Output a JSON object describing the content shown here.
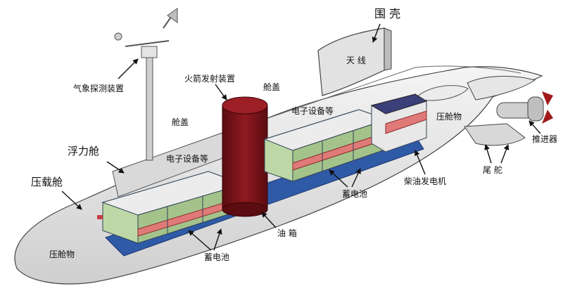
{
  "diagram": {
    "labels": {
      "shell": "围 壳",
      "antenna": "天 线",
      "weather": "气象探测装置",
      "rocket": "火箭发射装置",
      "hatch_top": "舱盖",
      "electronics_top": "电子设备等",
      "hatch_mid": "舱盖",
      "electronics_mid": "电子设备等",
      "buoyancy": "浮力舱",
      "ballast_label": "压载舱",
      "ballast_front": "压舱物",
      "ballast_rear": "压舱物",
      "thruster": "推进器",
      "rudder": "尾 舵",
      "diesel": "柴油发电机",
      "battery_mid": "蓄电池",
      "battery_front": "蓄电池",
      "fuel_tank": "油 箱"
    }
  }
}
